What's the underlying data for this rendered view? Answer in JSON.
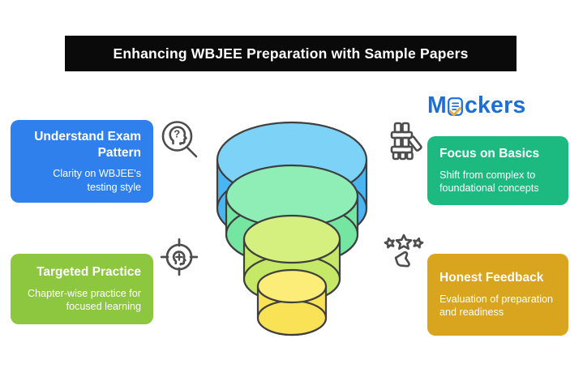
{
  "title_bar": {
    "text": "Enhancing WBJEE Preparation with Sample Papers",
    "bg": "#0a0a0a",
    "text_color": "#ffffff"
  },
  "logo": {
    "prefix": "M",
    "suffix": "ckers",
    "color": "#1b6fd6",
    "check_color": "#e9a93d",
    "icon": "document-check"
  },
  "cards": {
    "understand": {
      "title": "Understand Exam Pattern",
      "subtitle": "Clarity on WBJEE's testing style",
      "bg": "#2f80ed",
      "icon": "head-magnifier"
    },
    "targeted": {
      "title": "Targeted Practice",
      "subtitle": "Chapter-wise practice for focused learning",
      "bg": "#8dc63f",
      "icon": "head-target"
    },
    "basics": {
      "title": "Focus on Basics",
      "subtitle": "Shift from complex to foundational concepts",
      "bg": "#1cba81",
      "icon": "building-blocks"
    },
    "feedback": {
      "title": "Honest Feedback",
      "subtitle": "Evaluation of preparation and readiness",
      "bg": "#d9a41e",
      "icon": "rating-stars-hand"
    }
  },
  "funnel": {
    "outline_color": "#3f3f3f",
    "layers": [
      {
        "name": "layer-1-top",
        "color": "#4ab5f3",
        "top_color": "#7cd3f7"
      },
      {
        "name": "layer-2",
        "color": "#74e6a2",
        "top_color": "#8feeb6"
      },
      {
        "name": "layer-3",
        "color": "#c5e967",
        "top_color": "#d6f07f"
      },
      {
        "name": "layer-4-bottom",
        "color": "#fae256",
        "top_color": "#fcec78"
      }
    ]
  },
  "icon_color": "#4d4d4d"
}
